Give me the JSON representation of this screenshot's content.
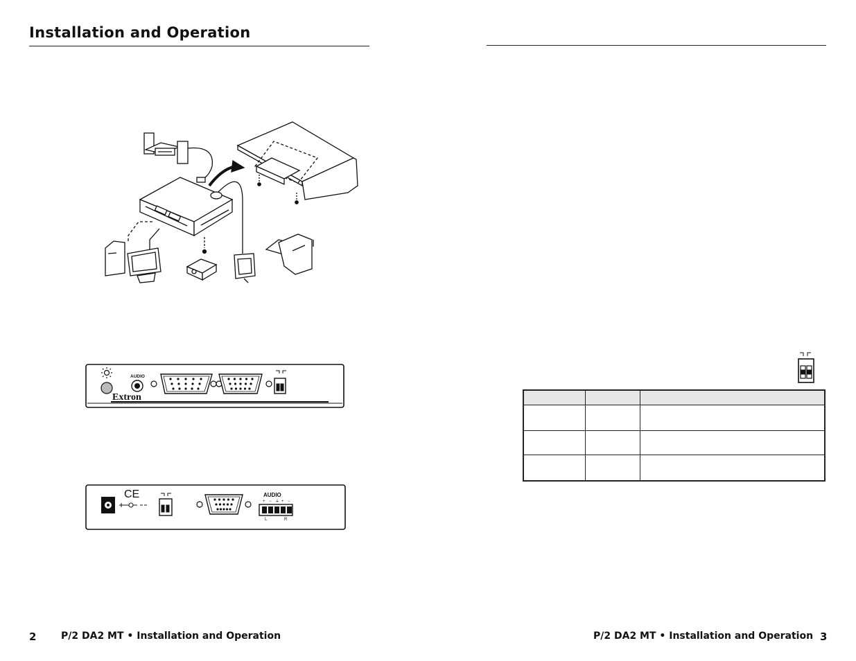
{
  "left_page": {
    "title": "Installation and Operation",
    "page_number": "2",
    "footer": "P/2 DA2 MT • Installation and Operation",
    "front_panel": {
      "audio_label": "AUDIO",
      "brand": "Extron"
    },
    "rear_panel": {
      "audio_label": "AUDIO",
      "channel_labels": [
        "L",
        "R"
      ],
      "terminal_signs": [
        "+",
        "−",
        "⏚",
        "+",
        "−"
      ]
    }
  },
  "right_page": {
    "page_number": "3",
    "footer": "P/2 DA2 MT • Installation and Operation",
    "table": {
      "columns": 3,
      "header_rows": 1,
      "body_rows": 3
    }
  }
}
